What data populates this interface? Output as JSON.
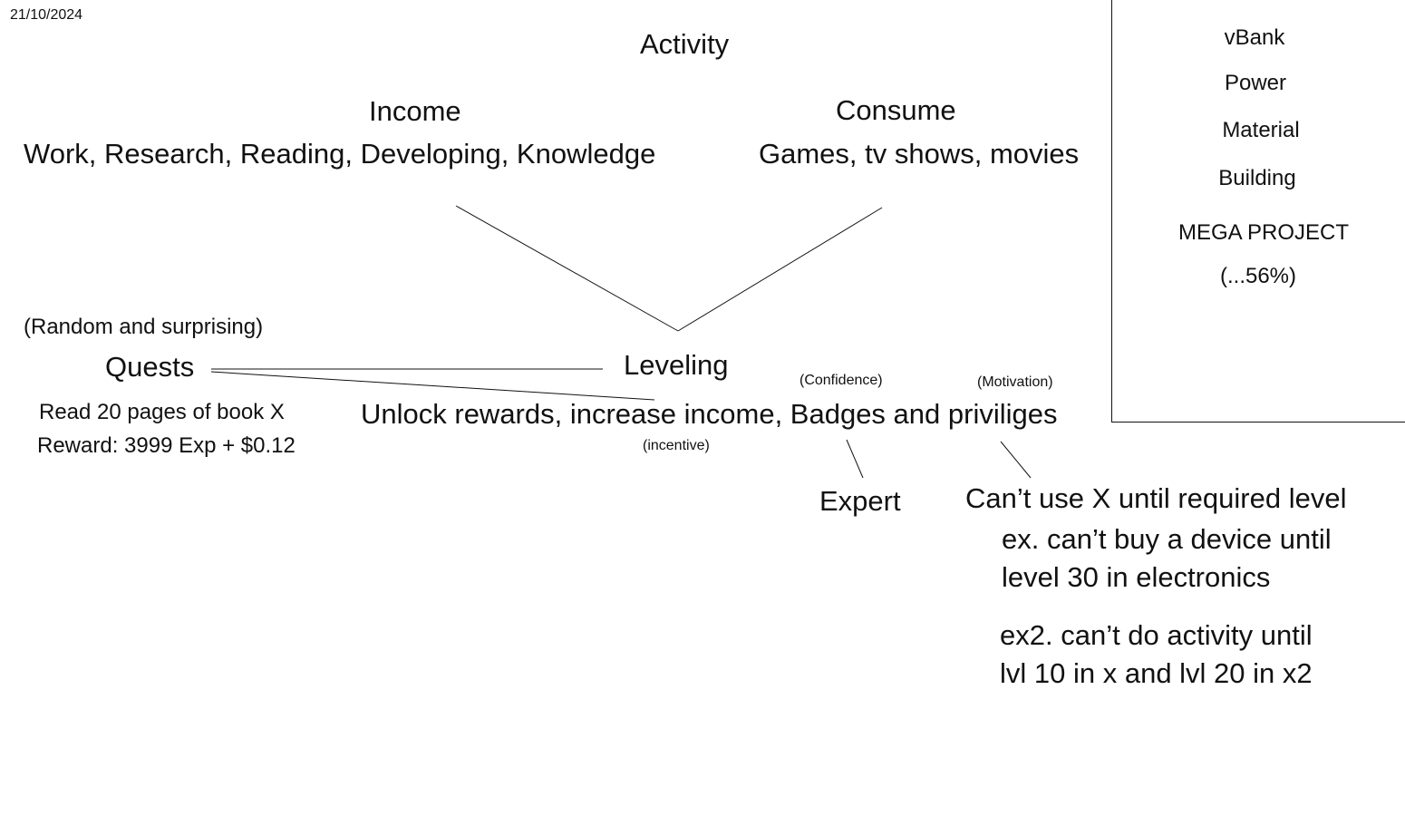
{
  "date": "21/10/2024",
  "title": "Activity",
  "income": {
    "heading": "Income",
    "items": "Work, Research, Reading, Developing, Knowledge"
  },
  "consume": {
    "heading": "Consume",
    "items": "Games, tv shows, movies"
  },
  "quests": {
    "note": "(Random and surprising)",
    "heading": "Quests",
    "example": "Read 20 pages of book X",
    "reward": "Reward: 3999 Exp + $0.12"
  },
  "leveling": {
    "heading": "Leveling",
    "unlocks": "Unlock rewards, increase income, Badges and priviliges",
    "incentive_note": "(incentive)",
    "confidence_note": "(Confidence)",
    "motivation_note": "(Motivation)"
  },
  "expert": "Expert",
  "restriction": {
    "heading": "Can’t use X until required level",
    "example1_line1": "ex. can’t buy a device until",
    "example1_line2": "level 30 in electronics",
    "example2_line1": "ex2. can’t do activity until",
    "example2_line2": "lvl 10 in x and lvl 20 in x2"
  },
  "sidebar": {
    "items": [
      "vBank",
      "Power",
      "Material",
      "Building",
      "MEGA PROJECT",
      "(...56%)"
    ]
  },
  "colors": {
    "ink": "#111111",
    "background": "#ffffff"
  }
}
